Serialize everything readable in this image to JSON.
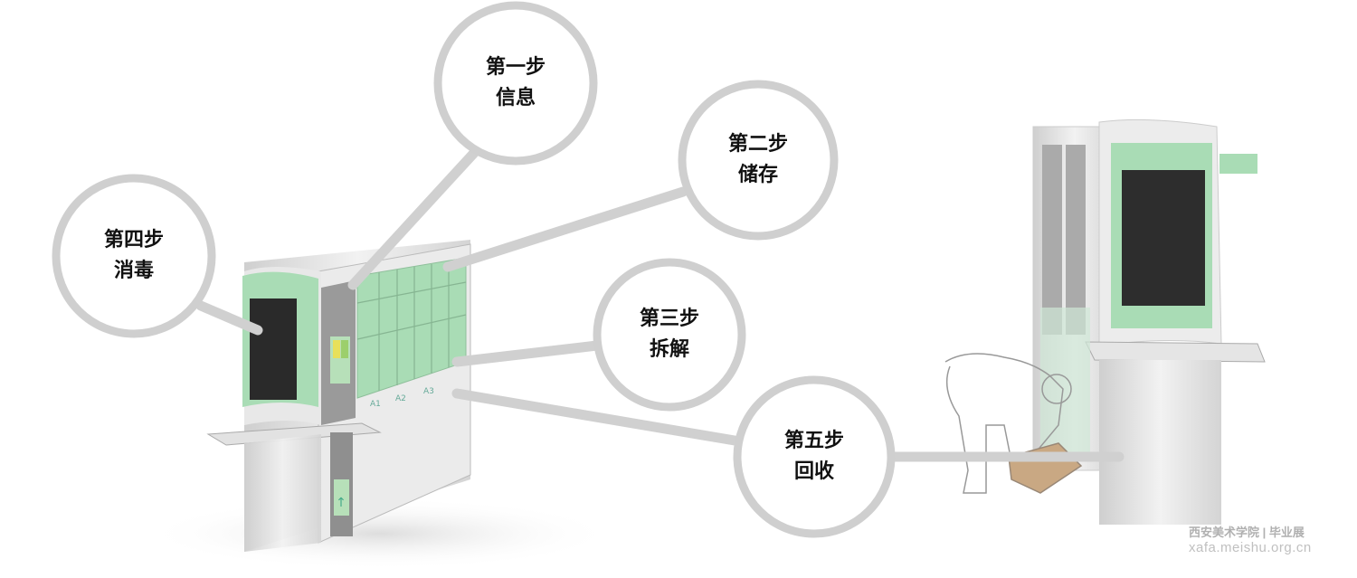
{
  "steps": [
    {
      "line1": "第一步",
      "line2": "信息"
    },
    {
      "line1": "第二步",
      "line2": "储存"
    },
    {
      "line1": "第三步",
      "line2": "拆解"
    },
    {
      "line1": "第四步",
      "line2": "消毒"
    },
    {
      "line1": "第五步",
      "line2": "回收"
    }
  ],
  "slot_labels": [
    "A1",
    "A2",
    "A3"
  ],
  "watermark": {
    "school": "西安美术学院",
    "event": "毕业展",
    "url": "xafa.meishu.org.cn"
  },
  "colors": {
    "circle_stroke": "#cfcfcf",
    "connector": "#d0d0d0",
    "panel_green": "#a9dcb5",
    "metal": "#dcdcdc"
  }
}
